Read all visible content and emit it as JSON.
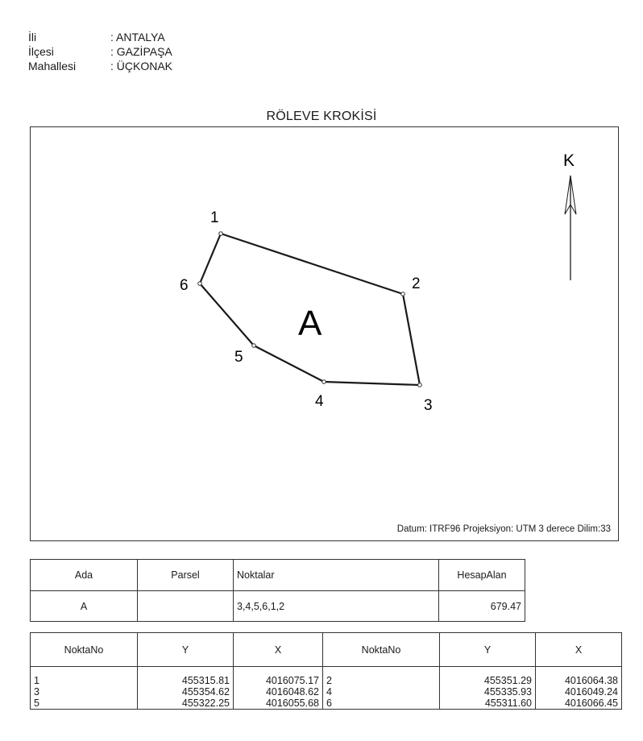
{
  "header": {
    "rows": [
      {
        "label": "İli",
        "value": ": ANTALYA"
      },
      {
        "label": "İlçesi",
        "value": ": GAZİPAŞA"
      },
      {
        "label": "Mahallesi",
        "value": ": ÜÇKONAK"
      }
    ]
  },
  "sketch": {
    "title": "RÖLEVE KROKİSİ",
    "north_label": "K",
    "parcel_label": "A",
    "point_labels": [
      "1",
      "2",
      "3",
      "4",
      "5",
      "6"
    ],
    "datum_text": "Datum: ITRF96 Projeksiyon: UTM 3 derece Dilim:33"
  },
  "ada_table": {
    "headers": [
      "Ada",
      "Parsel",
      "Noktalar",
      "HesapAlan"
    ],
    "row": {
      "ada": "A",
      "parsel": "",
      "noktalar": "3,4,5,6,1,2",
      "hesap_alan": "679.47"
    }
  },
  "coord_table": {
    "headers": [
      "NoktaNo",
      "Y",
      "X",
      "NoktaNo",
      "Y",
      "X"
    ],
    "left": {
      "no": [
        "1",
        "3",
        "5"
      ],
      "y": [
        "455315.81",
        "455354.62",
        "455322.25"
      ],
      "x": [
        "4016075.17",
        "4016048.62",
        "4016055.68"
      ]
    },
    "right": {
      "no": [
        "2",
        "4",
        "6"
      ],
      "y": [
        "455351.29",
        "455335.93",
        "455311.60"
      ],
      "x": [
        "4016064.38",
        "4016049.24",
        "4016066.45"
      ]
    }
  }
}
